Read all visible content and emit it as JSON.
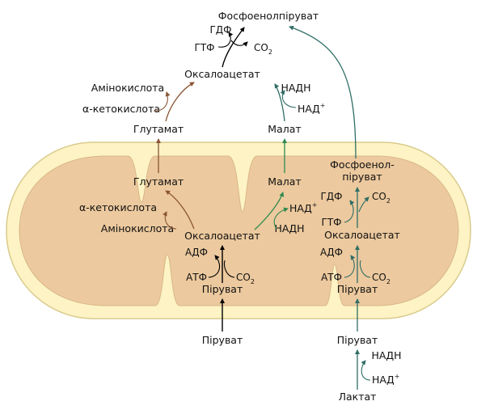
{
  "colors": {
    "outer_membrane": "#fdf3c4",
    "outer_stroke": "#d9cb8c",
    "matrix": "#ecc99e",
    "matrix_stroke": "#d9b888",
    "arrow_black": "#000000",
    "arrow_brown": "#8a5433",
    "arrow_teal": "#2f6e66",
    "arrow_green": "#2e8a50"
  },
  "labels": {
    "pep_top": "Фосфоенолпіруват",
    "gdp_top": "ГДФ",
    "gtp_top": "ГТФ",
    "co2_top": "CO",
    "co2_top_sub": "2",
    "oaa_top": "Оксалоацетат",
    "amino_top": "Амінокислота",
    "aketo_top": "α-кетокислота",
    "glu_top": "Глутамат",
    "nadh_top": "НАДН",
    "nad_top": "НАД",
    "nad_top_sup": "+",
    "mal_top": "Малат",
    "glu_in": "Глутамат",
    "aketo_in": "α-кетокислота",
    "amino_in": "Амінокислота",
    "mal_in": "Малат",
    "nad_in": "НАД",
    "nad_in_sup": "+",
    "nadh_in": "НАДН",
    "oaa_in": "Оксалоацетат",
    "adp_in": "АДФ",
    "atp_in": "АТФ",
    "co2_in": "CO",
    "co2_in_sub": "2",
    "pyr_in": "Піруват",
    "pep_r1": "Фосфоенол-",
    "pep_r2": "піруват",
    "gdp_r": "ГДФ",
    "co2_r": "CO",
    "co2_r_sub": "2",
    "gtp_r": "ГТФ",
    "oaa_r": "Оксалоацетат",
    "adp_r": "АДФ",
    "atp_r": "АТФ",
    "co2_r2": "CO",
    "co2_r2_sub": "2",
    "pyr_r": "Піруват",
    "pyr_out": "Піруват",
    "pyr_out_r": "Піруват",
    "nadh_bot": "НАДН",
    "nad_bot": "НАД",
    "nad_bot_sup": "+",
    "lactate": "Лактат"
  }
}
